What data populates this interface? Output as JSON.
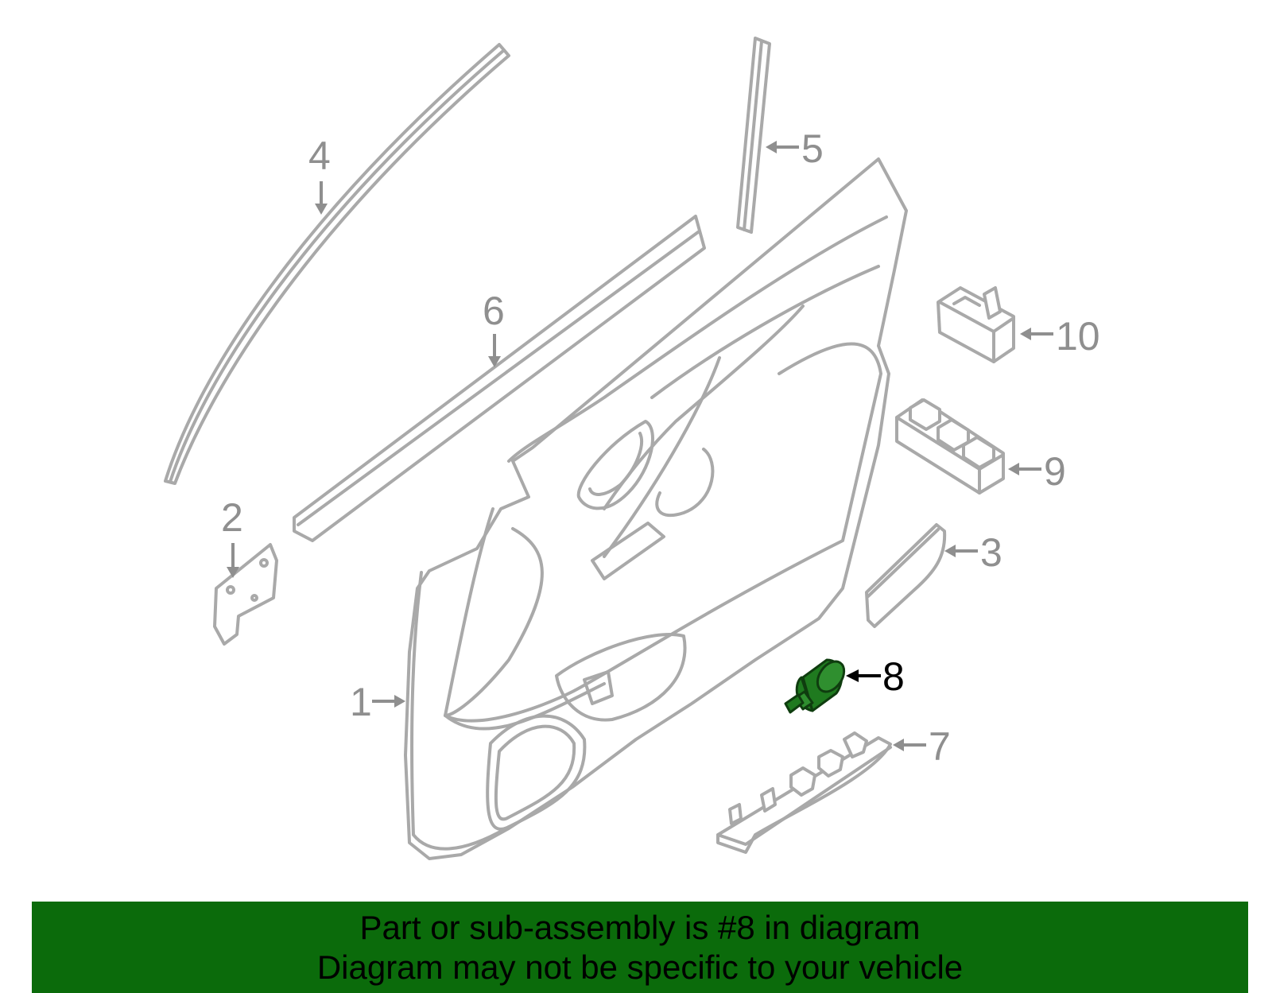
{
  "colors": {
    "part_stroke": "#a9a9a9",
    "callout_gray": "#8f8f8f",
    "highlight_part": "#1f7a1f",
    "banner_background": "#0b6b0b",
    "banner_text": "#000000"
  },
  "callouts": {
    "c1": "1",
    "c2": "2",
    "c3": "3",
    "c4": "4",
    "c5": "5",
    "c6": "6",
    "c7": "7",
    "c8": "8",
    "c9": "9",
    "c10": "10"
  },
  "highlighted_callout": "8",
  "banner": {
    "line1": "Part or sub-assembly is #8 in diagram",
    "line2": "Diagram may not be specific to your vehicle"
  }
}
